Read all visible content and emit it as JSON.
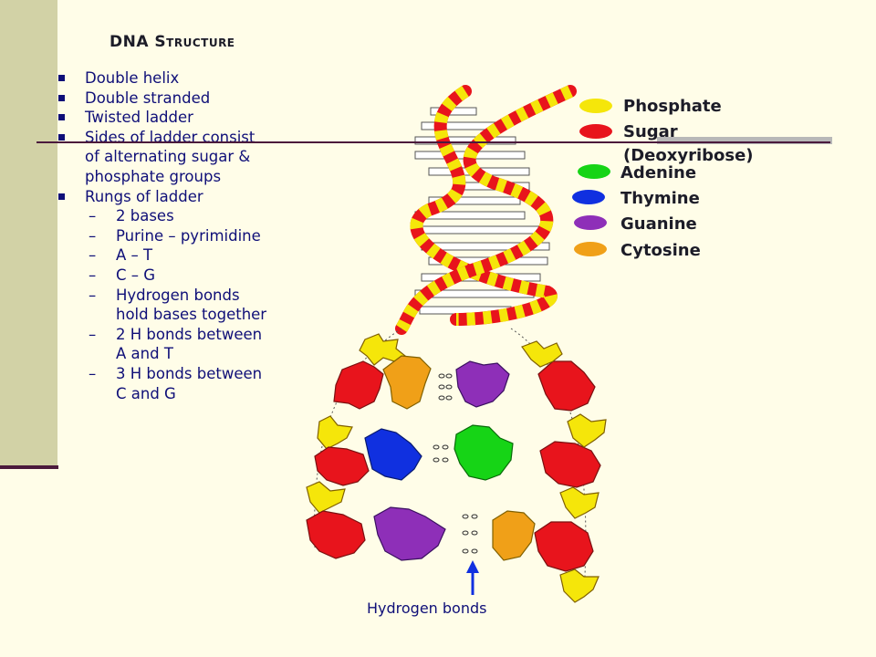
{
  "title": "DNA Structure",
  "bullets": [
    {
      "level": 1,
      "text": "Double helix"
    },
    {
      "level": 1,
      "text": "Double stranded"
    },
    {
      "level": 1,
      "text": "Twisted ladder"
    },
    {
      "level": 1,
      "text": "Sides of ladder consist"
    },
    {
      "level": 0,
      "text": "of alternating sugar &"
    },
    {
      "level": 0,
      "text": "phosphate groups"
    },
    {
      "level": 1,
      "text": "Rungs of ladder"
    },
    {
      "level": 2,
      "text": "2 bases"
    },
    {
      "level": 2,
      "text": "Purine – pyrimidine"
    },
    {
      "level": 2,
      "text": "A – T"
    },
    {
      "level": 2,
      "text": "C – G"
    },
    {
      "level": 2,
      "text": "Hydrogen bonds"
    },
    {
      "level": 3,
      "text": "hold bases together"
    },
    {
      "level": 2,
      "text": "2 H bonds between"
    },
    {
      "level": 3,
      "text": "A and T"
    },
    {
      "level": 2,
      "text": "3 H bonds between"
    },
    {
      "level": 3,
      "text": "C and G"
    }
  ],
  "legend": [
    {
      "label": "Phosphate",
      "color": "#f5e60a"
    },
    {
      "label": "Sugar",
      "color": "#e8141c"
    },
    {
      "label": "(Deoxyribose)",
      "color": ""
    },
    {
      "label": "Adenine",
      "color": "#16d416"
    },
    {
      "label": "Thymine",
      "color": "#1030e0"
    },
    {
      "label": "Guanine",
      "color": "#8e2fb8"
    },
    {
      "label": "Cytosine",
      "color": "#f0a018"
    }
  ],
  "hydrogen_bonds_label": "Hydrogen bonds",
  "colors": {
    "sidebar": "#d2d2a6",
    "rule": "#4b1a3c",
    "text": "#0f0f78",
    "background": "#fffde8"
  }
}
